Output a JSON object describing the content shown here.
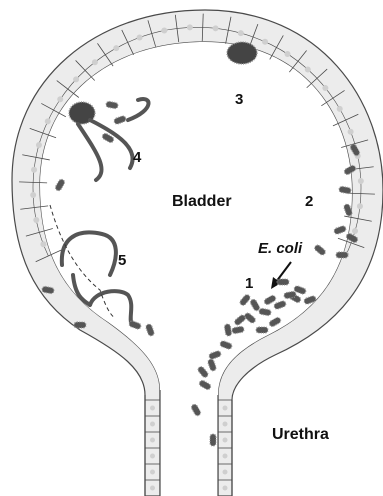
{
  "labels": {
    "bladder": "Bladder",
    "urethra": "Urethra",
    "ecoli": "E. coli",
    "stage_1": "1",
    "stage_2": "2",
    "stage_3": "3",
    "stage_4": "4",
    "stage_5": "5"
  },
  "colors": {
    "background": "#ffffff",
    "cell_fill": "#ececec",
    "cell_outline": "#4a4a4a",
    "nucleus": "#cfcfcf",
    "bacteria": "#555555",
    "filament": "#555555"
  }
}
